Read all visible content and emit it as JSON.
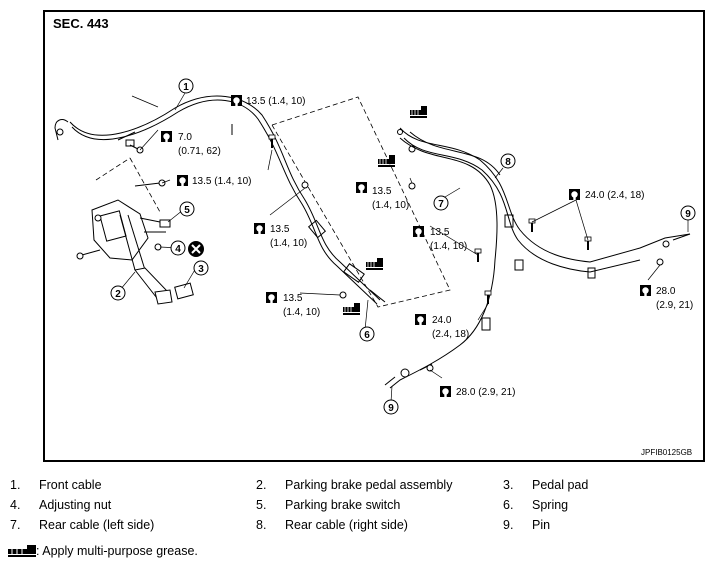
{
  "section": "SEC. 443",
  "figure_code": "JPFIB0125GB",
  "callouts": {
    "c1": "1",
    "c2": "2",
    "c3": "3",
    "c4": "4",
    "c5": "5",
    "c6": "6",
    "c7": "7",
    "c8": "8",
    "c9a": "9",
    "c9b": "9"
  },
  "torques": {
    "t1": "13.5 (1.4, 10)",
    "t2a": "7.0",
    "t2b": "(0.71, 62)",
    "t3": "13.5 (1.4, 10)",
    "t4a": "13.5",
    "t4b": "(1.4, 10)",
    "t5a": "13.5",
    "t5b": "(1.4, 10)",
    "t6a": "13.5",
    "t6b": "(1.4, 10)",
    "t7a": "13.5",
    "t7b": "(1.4, 10)",
    "t8": "24.0 (2.4, 18)",
    "t9a": "28.0",
    "t9b": "(2.9, 21)",
    "t10a": "24.0",
    "t10b": "(2.4, 18)",
    "t11": "28.0 (2.9, 21)"
  },
  "legend": [
    {
      "num": "1.",
      "text": "Front cable"
    },
    {
      "num": "2.",
      "text": "Parking brake pedal assembly"
    },
    {
      "num": "3.",
      "text": "Pedal pad"
    },
    {
      "num": "4.",
      "text": "Adjusting nut"
    },
    {
      "num": "5.",
      "text": "Parking brake switch"
    },
    {
      "num": "6.",
      "text": "Spring"
    },
    {
      "num": "7.",
      "text": "Rear cable (left side)"
    },
    {
      "num": "8.",
      "text": "Rear cable (right side)"
    },
    {
      "num": "9.",
      "text": "Pin"
    }
  ],
  "grease_note": ": Apply multi-purpose grease.",
  "icons": {
    "torque": "torque-wrench-icon",
    "grease": "grease-icon",
    "discard": "do-not-reuse-icon"
  }
}
